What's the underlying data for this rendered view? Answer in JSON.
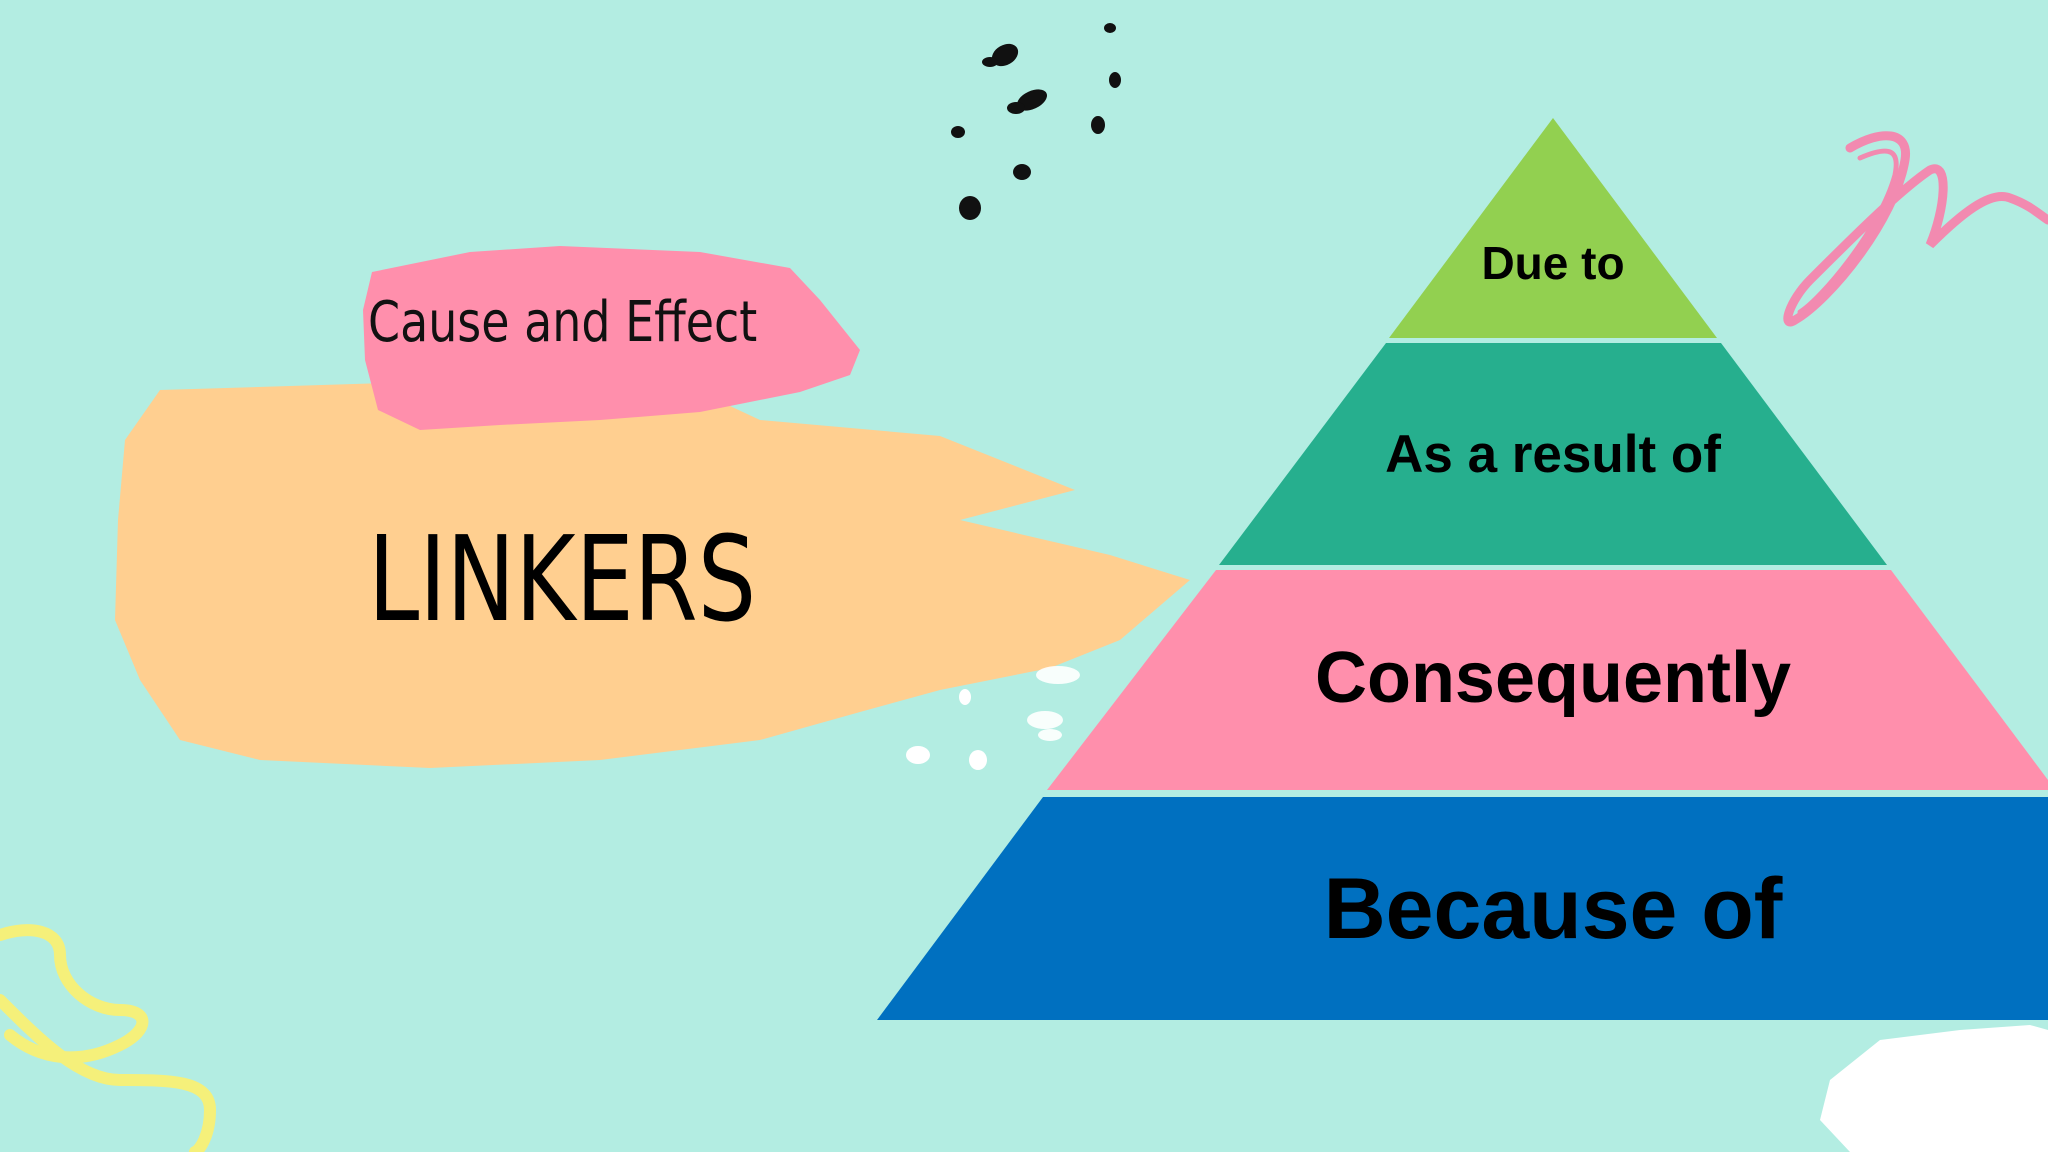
{
  "slide": {
    "background": "#b3ede2",
    "subtitle": "Cause and Effect",
    "title": "LINKERS"
  },
  "pyramid": {
    "tiers": [
      {
        "label": "Due to",
        "color": "#92d050"
      },
      {
        "label": "As a result of",
        "color": "#26af8e"
      },
      {
        "label": "Consequently",
        "color": "#ff8fac"
      },
      {
        "label": "Because of",
        "color": "#0070c0"
      }
    ]
  },
  "colors": {
    "pink_brush": "#ff8fac",
    "peach_brush": "#ffcf90",
    "yellow_squiggle": "#f5f07a",
    "pink_scribble": "#f28ab0"
  }
}
